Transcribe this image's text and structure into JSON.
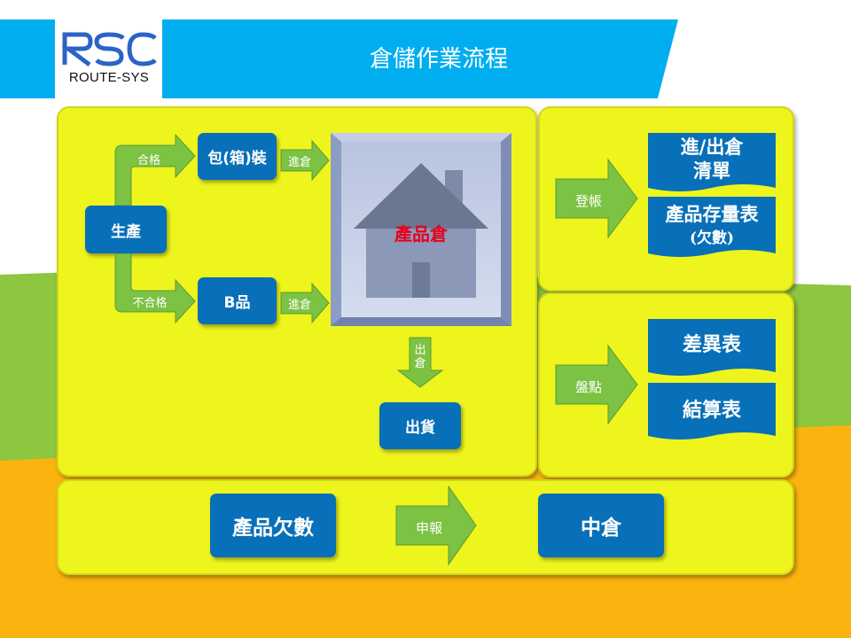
{
  "header": {
    "title": "倉儲作業流程",
    "logo_mark": "RSC",
    "logo_text": "ROUTE-SYS"
  },
  "colors": {
    "header_blue": "#00aeef",
    "panel_yellow": "#eef51d",
    "box_blue": "#0870b8",
    "arrow_green": "#7cc243",
    "bg_green": "#8dc63f",
    "bg_orange": "#fbb40f",
    "warehouse_label_red": "#e8001c"
  },
  "flow": {
    "production": "生產",
    "pass_label": "合格",
    "fail_label": "不合格",
    "packaging": "包(箱)裝",
    "b_grade": "B品",
    "enter_warehouse_1": "進倉",
    "enter_warehouse_2": "進倉",
    "warehouse": "產品倉",
    "outbound_label_1": "出",
    "outbound_label_2": "倉",
    "shipment": "出貨"
  },
  "bookkeeping": {
    "arrow_label": "登帳",
    "doc1_line1": "進/出倉",
    "doc1_line2": "清單",
    "doc2_line1": "產品存量表",
    "doc2_line2": "(欠數)"
  },
  "inventory_check": {
    "arrow_label": "盤點",
    "doc1": "差異表",
    "doc2": "結算表"
  },
  "shortage": {
    "product_shortage": "產品欠數",
    "arrow_label": "申報",
    "central_warehouse": "中倉"
  }
}
